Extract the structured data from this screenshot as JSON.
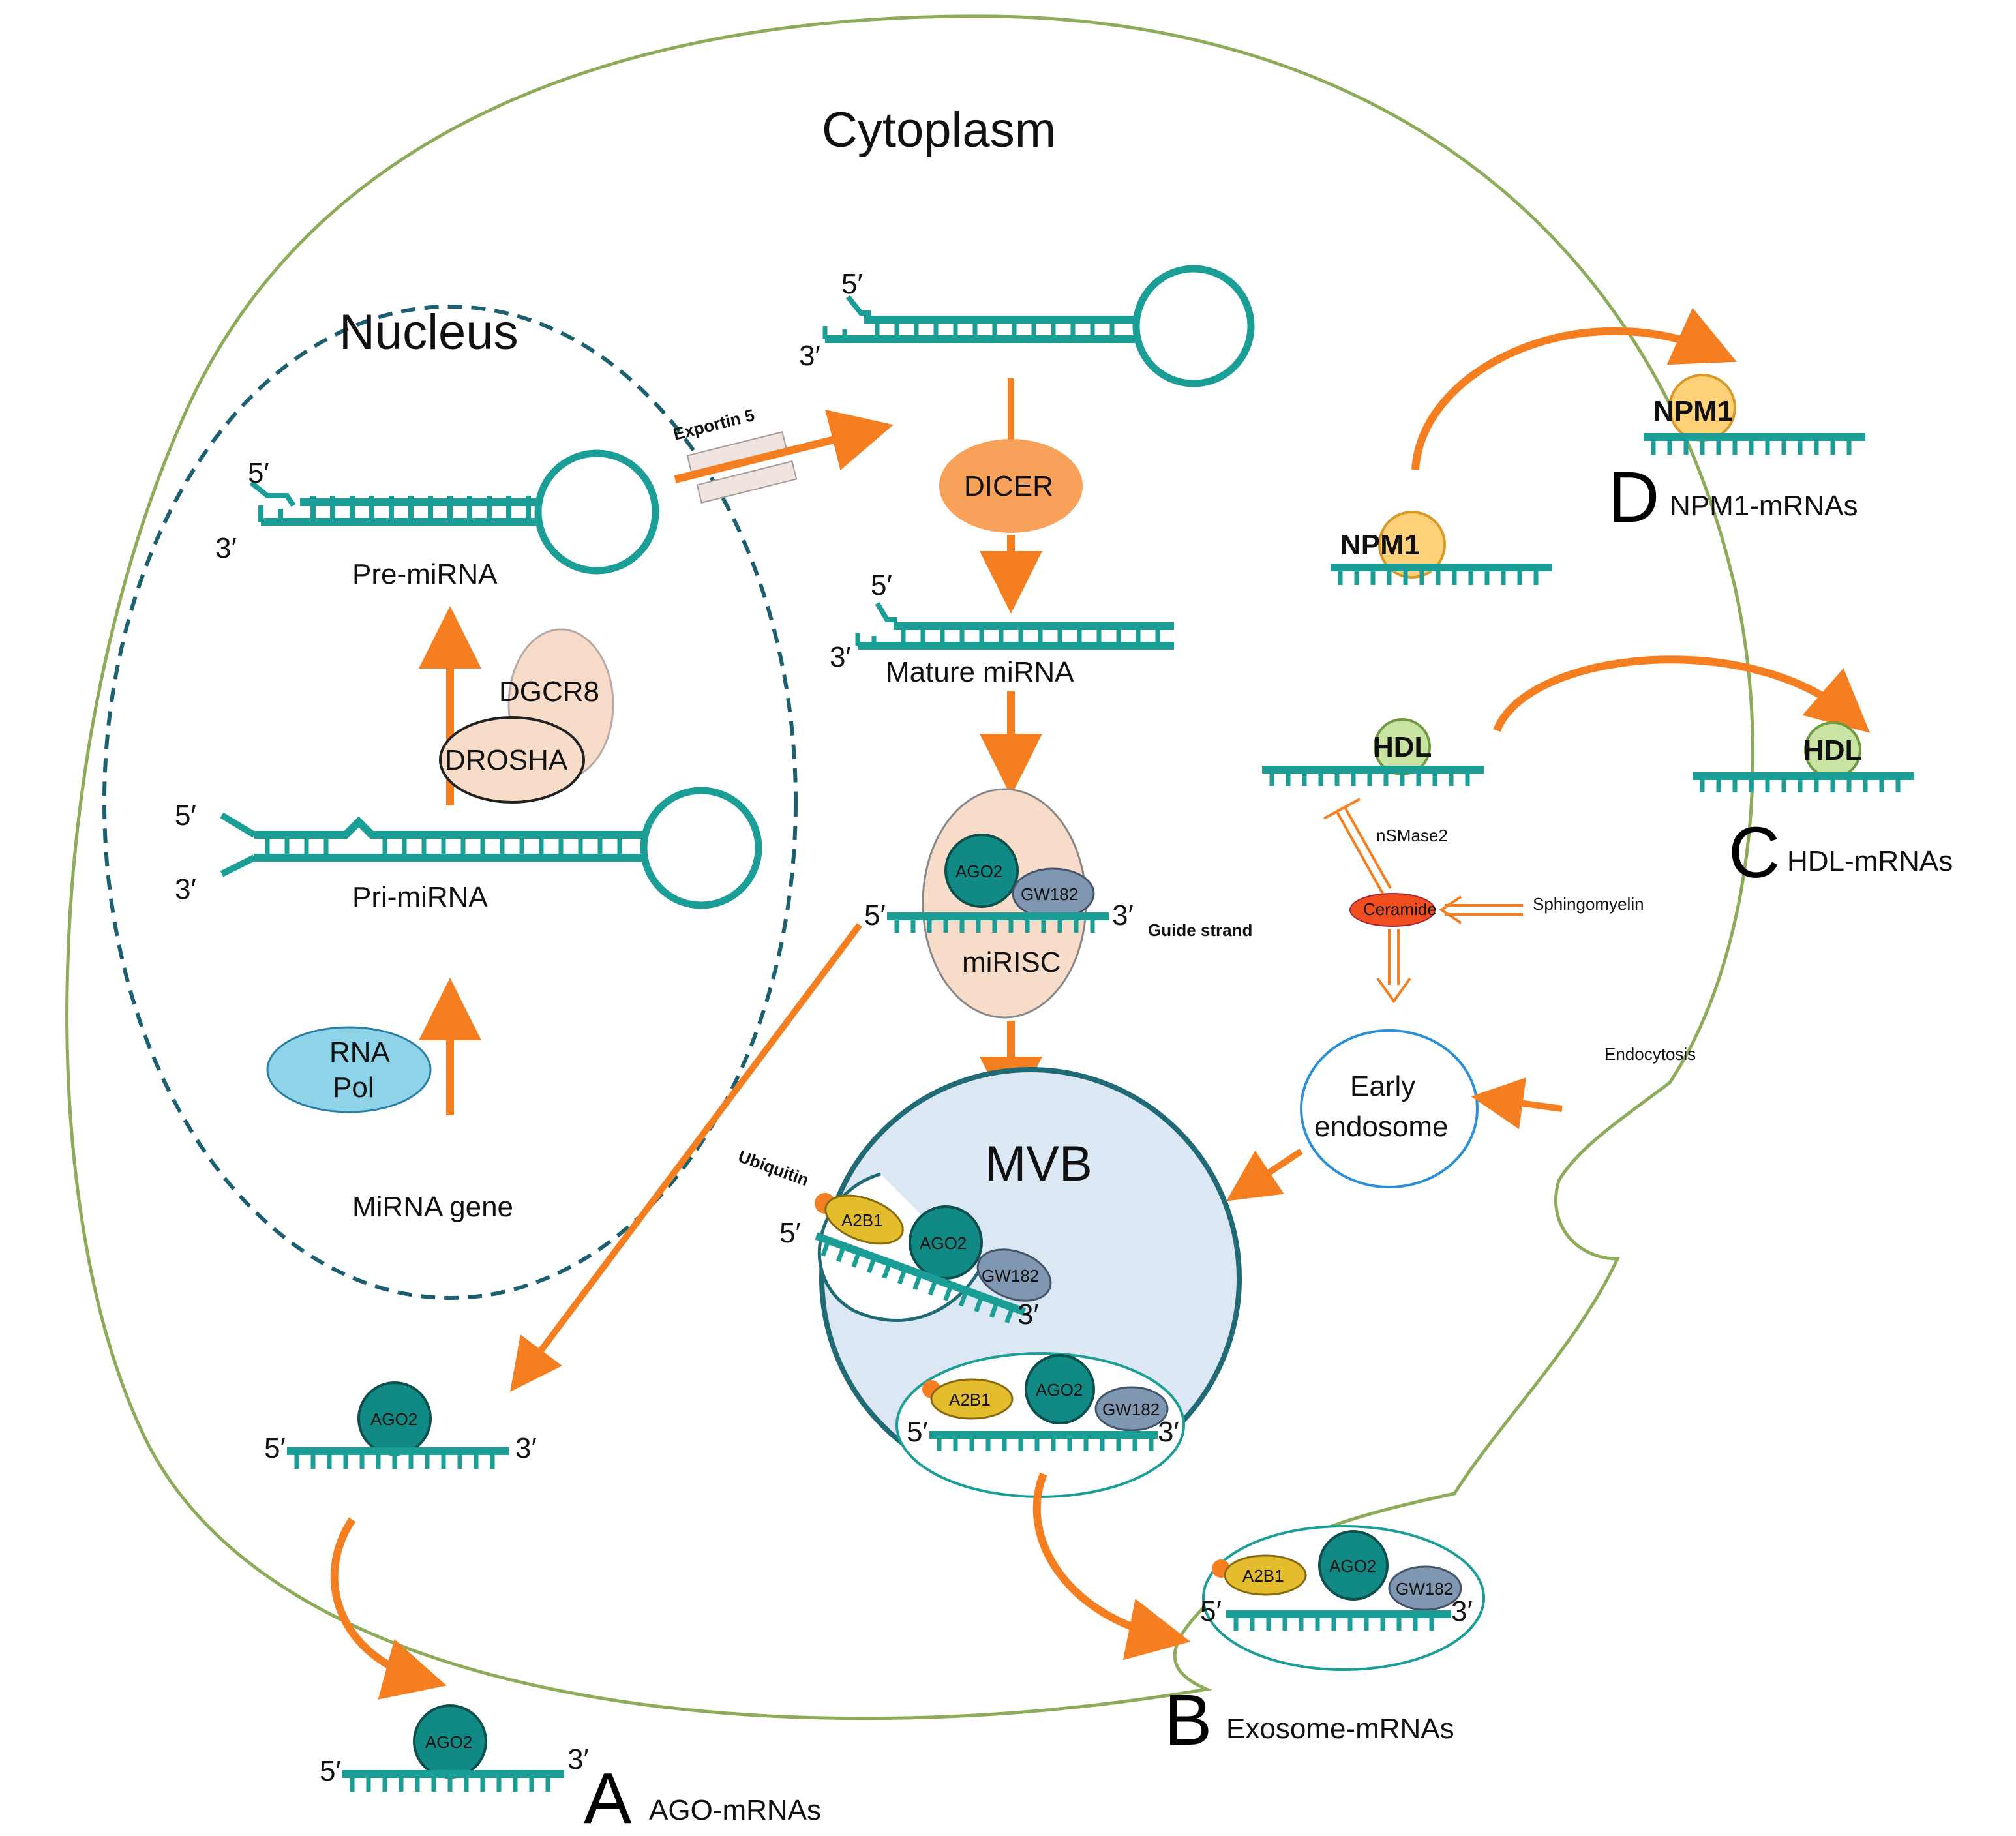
{
  "labels": {
    "cytoplasm": "Cytoplasm",
    "nucleus": "Nucleus",
    "exportin": "Exportin 5",
    "dicer": "DICER",
    "mature_mirna": "Mature miRNA",
    "pre_mirna": "Pre-miRNA",
    "pri_mirna": "Pri-miRNA",
    "dgcr8": "DGCR8",
    "drosha": "DROSHA",
    "rna_pol_1": "RNA",
    "rna_pol_2": "Pol",
    "mirna_gene": "MiRNA gene",
    "ago2": "AGO2",
    "gw182": "GW182",
    "a2b1": "A2B1",
    "miRISC": "miRISC",
    "guide_strand": "Guide strand",
    "mvb": "MVB",
    "ubiquitin": "Ubiquitin",
    "early_endosome_1": "Early",
    "early_endosome_2": "endosome",
    "endocytosis": "Endocytosis",
    "nsmase2": "nSMase2",
    "ceramide": "Ceramide",
    "sphingomyelin": "Sphingomyelin",
    "hdl": "HDL",
    "npm1": "NPM1",
    "five_prime": "5′",
    "three_prime": "3′"
  },
  "panels": {
    "A": {
      "letter": "A",
      "caption": "AGO-mRNAs"
    },
    "B": {
      "letter": "B",
      "caption": "Exosome-mRNAs"
    },
    "C": {
      "letter": "C",
      "caption": "HDL-mRNAs"
    },
    "D": {
      "letter": "D",
      "caption": "NPM1-mRNAs"
    }
  },
  "colors": {
    "rna": "#1a9e96",
    "arrow": "#f57f20",
    "cell_membrane": "#8cac5a",
    "nucleus_border": "#1b5f70",
    "ago2": "#118a86",
    "gw182": "#7f97b0",
    "a2b1": "#e3bd2e",
    "dicer": "#f7a15a",
    "rna_pol": "#8fd3e8",
    "hdl": "#c9e3a3",
    "npm1": "#ffd27a",
    "mvb": "#dbe7f3",
    "ceramide": "#f04e1f"
  }
}
